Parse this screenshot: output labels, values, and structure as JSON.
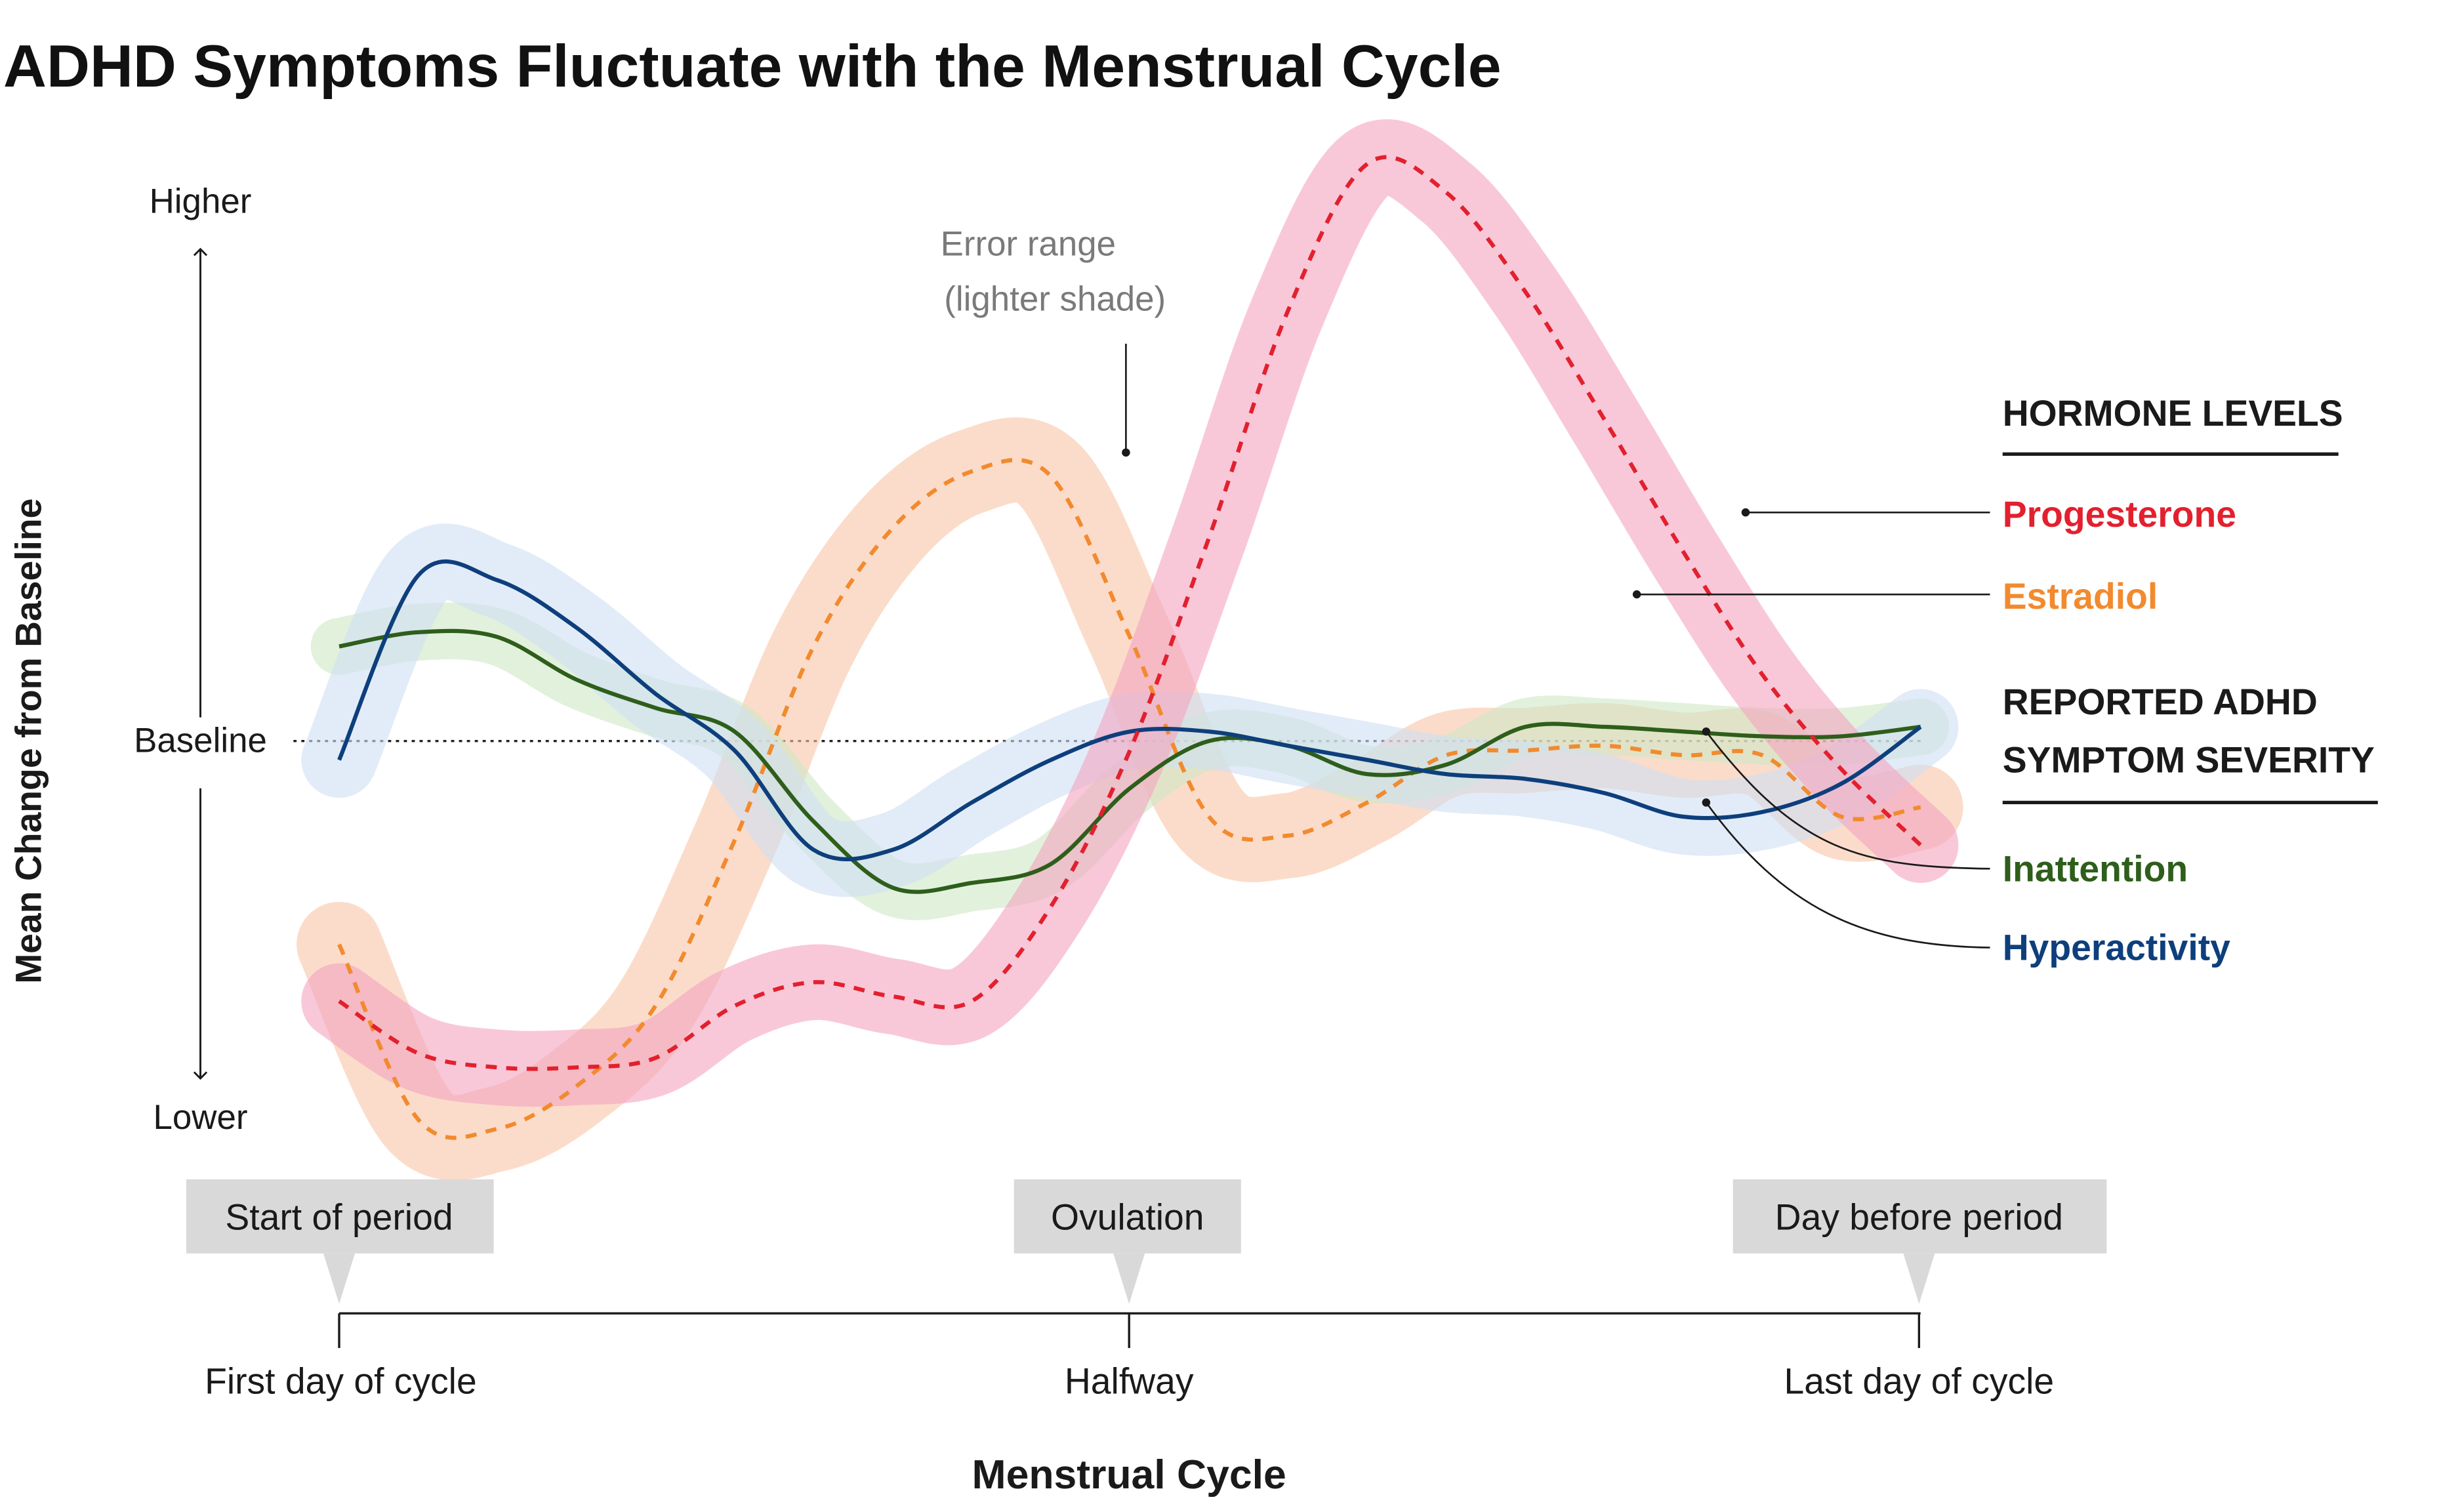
{
  "chart_data": {
    "type": "line",
    "title": "ADHD Symptoms Fluctuate with the Menstrual Cycle",
    "xlabel": "Menstrual Cycle",
    "ylabel": "Mean Change from Baseline",
    "y_labels": {
      "top": "Higher",
      "middle": "Baseline",
      "bottom": "Lower"
    },
    "x_tick_labels": [
      "First day of cycle",
      "Halfway",
      "Last day of cycle"
    ],
    "x_markers": [
      "Start of period",
      "Ovulation",
      "Day before period"
    ],
    "xlim": [
      0,
      100
    ],
    "ylim": [
      -100,
      100
    ],
    "baseline": 0,
    "legend": {
      "groups": [
        {
          "heading": "HORMONE LEVELS",
          "items": [
            "Progesterone",
            "Estradiol"
          ]
        },
        {
          "heading": "REPORTED ADHD SYMPTOM SEVERITY",
          "heading_lines": [
            "REPORTED ADHD",
            "SYMPTOM SEVERITY"
          ],
          "items": [
            "Inattention",
            "Hyperactivity"
          ]
        }
      ],
      "placement": "right"
    },
    "annotation": {
      "lines": [
        "Error range",
        "(lighter shade)"
      ]
    },
    "x": [
      0,
      5,
      10,
      15,
      20,
      25,
      30,
      35,
      40,
      45,
      50,
      55,
      60,
      65,
      70,
      75,
      80,
      85,
      90,
      95,
      100
    ],
    "series": [
      {
        "name": "Progesterone",
        "color": "#e3202e",
        "band_color": "#f4a3bf",
        "dashed": true,
        "band": 8,
        "values": [
          -55,
          -66,
          -69,
          -69,
          -67,
          -56,
          -51,
          -54,
          -55,
          -35,
          -2,
          43,
          91,
          122,
          116,
          95,
          68,
          40,
          14,
          -6,
          -22
        ]
      },
      {
        "name": "Estradiol",
        "color": "#f28a2e",
        "band_color": "#f9c4a6",
        "dashed": true,
        "band": 9,
        "values": [
          -43,
          -80,
          -82,
          -73,
          -56,
          -21,
          20,
          45,
          57,
          56,
          22,
          -16,
          -20,
          -13,
          -3,
          -2,
          -1,
          -3,
          -3,
          -16,
          -14
        ]
      },
      {
        "name": "Inattention",
        "color": "#2e5e1b",
        "band_color": "#cfe7c4",
        "dashed": false,
        "band": 6,
        "values": [
          20,
          23,
          22,
          13,
          7,
          2,
          -17,
          -31,
          -30,
          -26,
          -10,
          0,
          -1,
          -7,
          -5,
          3,
          3,
          2,
          1,
          1,
          3
        ]
      },
      {
        "name": "Hyperactivity",
        "color": "#0e3f7c",
        "band_color": "#cfe0f4",
        "dashed": false,
        "band": 8,
        "values": [
          -4,
          35,
          34,
          24,
          10,
          -2,
          -23,
          -23,
          -13,
          -4,
          2,
          2,
          -1,
          -4,
          -7,
          -8,
          -11,
          -16,
          -15,
          -9,
          3
        ]
      }
    ]
  }
}
